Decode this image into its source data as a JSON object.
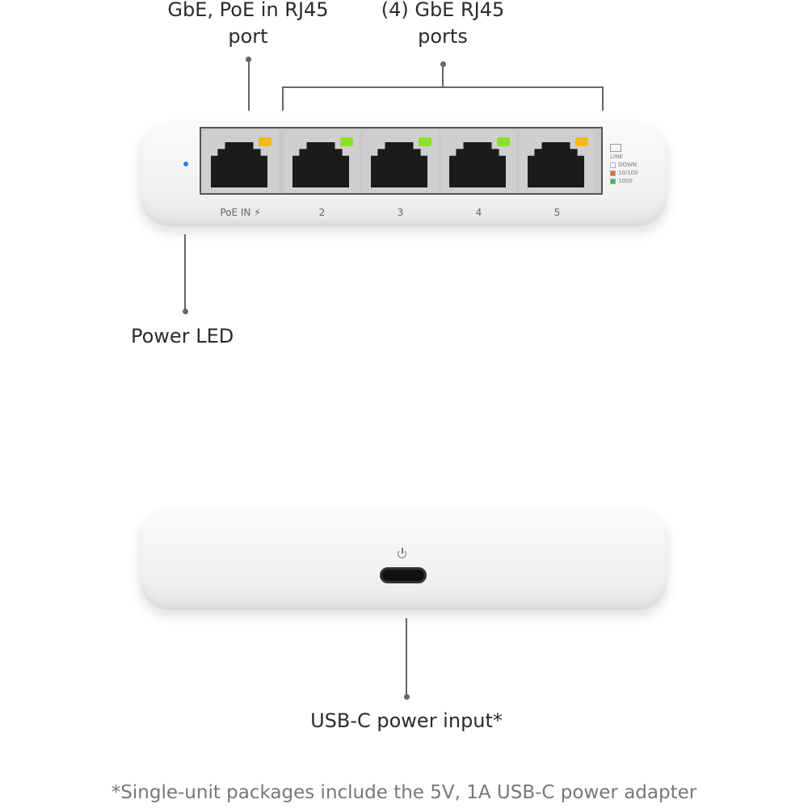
{
  "callouts": {
    "poe_port": [
      "GbE, PoE in RJ45",
      "port"
    ],
    "gbe_ports": [
      "(4) GbE RJ45",
      "ports"
    ],
    "power_led": "Power LED",
    "usbc": "USB-C power input*"
  },
  "device_front": {
    "ports": [
      {
        "label": "PoE IN",
        "icon": "lightning-icon",
        "led_color": "#f2b81a"
      },
      {
        "label": "2",
        "led_color": "#8be02a"
      },
      {
        "label": "3",
        "led_color": "#8be02a"
      },
      {
        "label": "4",
        "led_color": "#8be02a"
      },
      {
        "label": "5",
        "led_color": "#f2b81a"
      }
    ],
    "power_led_color": "#2f7bea",
    "legend": {
      "title": "LINK",
      "items": [
        {
          "label": "DOWN",
          "color": "#ffffff"
        },
        {
          "label": "10/100",
          "color": "#f06a10"
        },
        {
          "label": "1000",
          "color": "#3cc43c"
        }
      ]
    }
  },
  "footnote": "*Single-unit packages include the 5V, 1A USB-C power adapter"
}
